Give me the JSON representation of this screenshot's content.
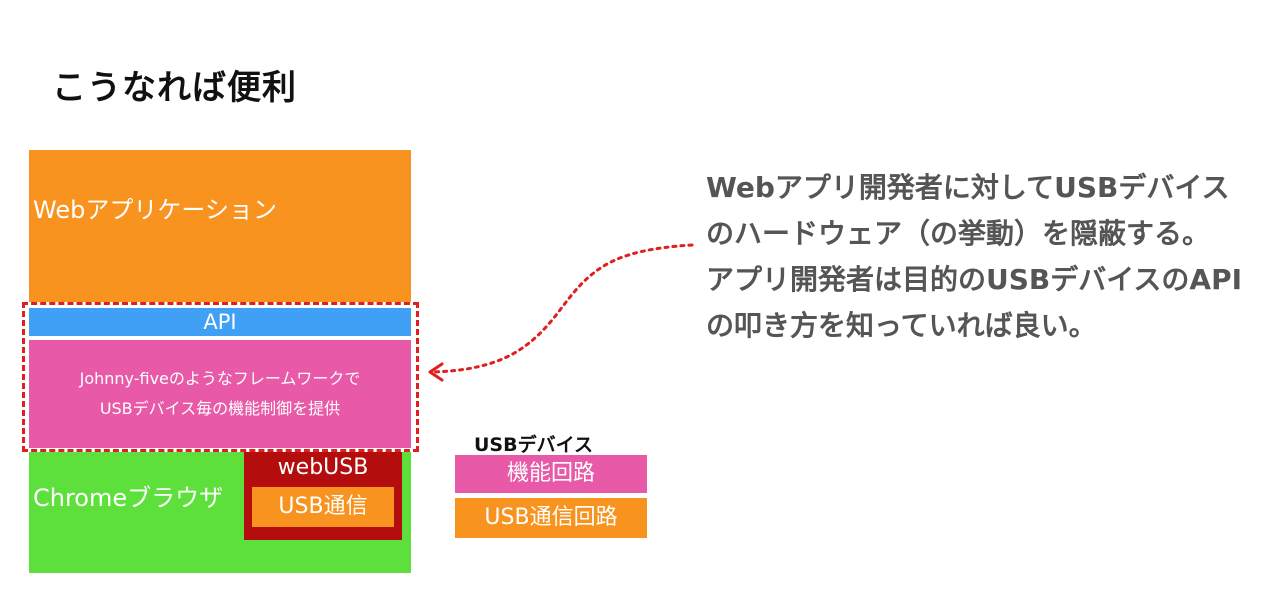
{
  "title": "こうなれば便利",
  "stack": {
    "web_app": "Webアプリケーション",
    "api": "API",
    "johnny_five_line1": "Johnny-fiveのようなフレームワークで",
    "johnny_five_line2": "USBデバイス毎の機能制御を提供",
    "chrome": "Chromeブラウザ",
    "webusb": "webUSB",
    "usb_comm": "USB通信"
  },
  "usb_device": {
    "title": "USBデバイス",
    "function_circuit": "機能回路",
    "usb_comm_circuit": "USB通信回路"
  },
  "description": {
    "line1": "Webアプリ開発者に対してUSBデバイス",
    "line2": "のハードウェア（の挙動）を隠蔽する。",
    "line3": "アプリ開発者は目的のUSBデバイスのAPI",
    "line4": "の叩き方を知っていれば良い。"
  },
  "colors": {
    "orange": "#f7931e",
    "blue": "#3fa0f5",
    "pink": "#e85aa8",
    "green": "#5ee03c",
    "dark_red": "#b30d0d",
    "dashed_red": "#e02020"
  }
}
